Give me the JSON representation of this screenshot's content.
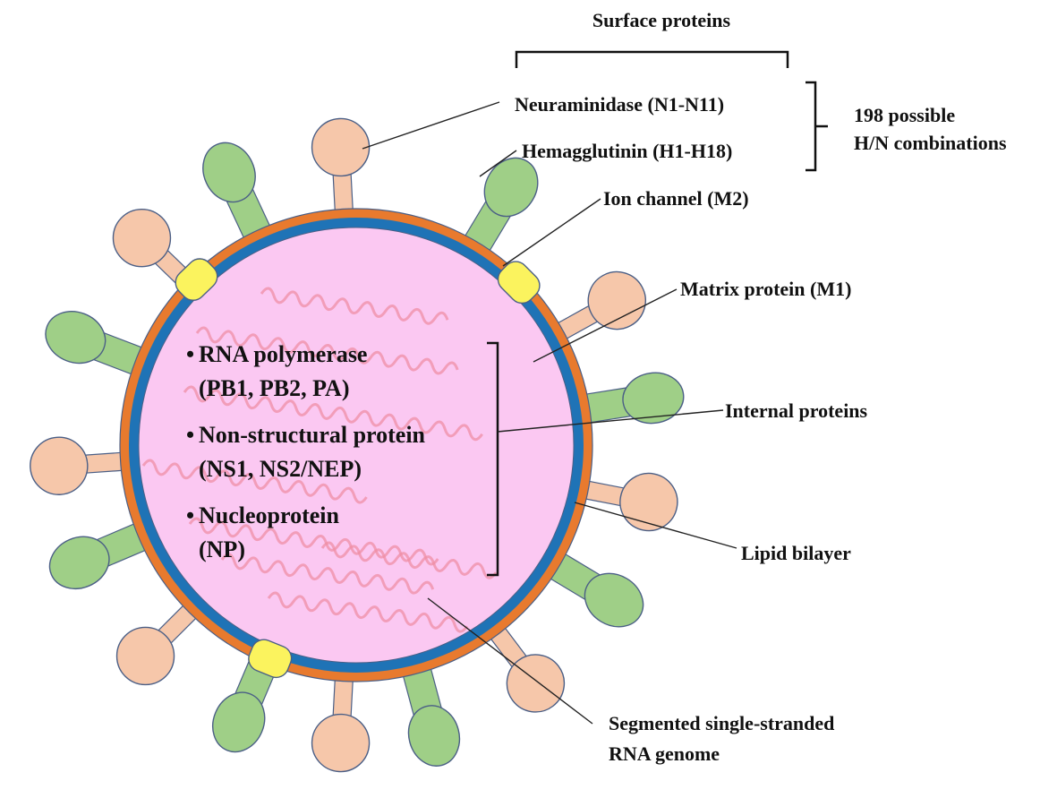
{
  "colors": {
    "lipid_bilayer": "#e87a2e",
    "matrix_layer": "#1f73b6",
    "core": "#fbc8f2",
    "rna": "#ef8fa6",
    "neuraminidase": "#f6c7aa",
    "hemagglutinin": "#9fcf87",
    "ion_channel": "#fbf35e",
    "outline": "#4b5f86"
  },
  "labels": {
    "surface_proteins": "Surface proteins",
    "neuraminidase": "Neuraminidase (N1-N11)",
    "hemagglutinin": "Hemagglutinin (H1-H18)",
    "combinations_line1": "198 possible",
    "combinations_line2": "H/N combinations",
    "ion_channel": "Ion channel (M2)",
    "matrix_protein": "Matrix protein (M1)",
    "internal_proteins": "Internal proteins",
    "lipid_bilayer": "Lipid bilayer",
    "rna_genome_line1": "Segmented single-stranded",
    "rna_genome_line2": "RNA genome"
  },
  "internal_list": [
    {
      "bullet": "•",
      "line1": "RNA polymerase",
      "line2": "(PB1, PB2, PA)"
    },
    {
      "bullet": "•",
      "line1": "Non-structural protein",
      "line2": "(NS1, NS2/NEP)"
    },
    {
      "bullet": "•",
      "line1": "Nucleoprotein",
      "line2": "(NP)"
    }
  ]
}
